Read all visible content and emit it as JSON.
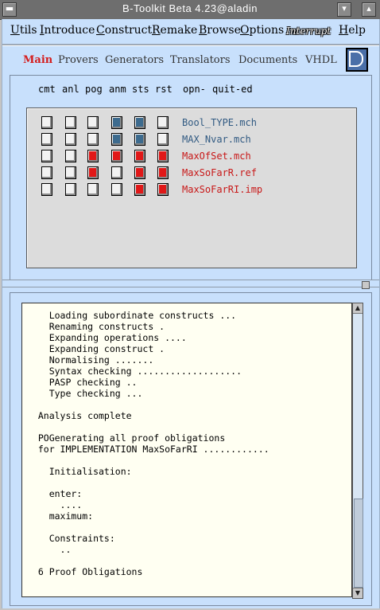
{
  "window": {
    "title": "B-Toolkit Beta 4.23@aladin",
    "buttons": [
      "window-menu-button",
      "minimize-button",
      "maximize-button"
    ]
  },
  "menubar": {
    "items": [
      "Utils",
      "Introduce",
      "Construct",
      "Remake",
      "Browse",
      "Options",
      "Interrupt",
      "Help"
    ]
  },
  "tabs": {
    "items": [
      "Main",
      "Provers",
      "Generators",
      "Translators",
      "Documents",
      "VHDL"
    ],
    "active": "Main"
  },
  "columns": [
    "cmt",
    "anl",
    "pog",
    "anm",
    "sts",
    "rst",
    "opn-",
    "quit-ed"
  ],
  "constructs": [
    {
      "name": "Bool_TYPE.mch",
      "status_color": "blue",
      "cells": [
        "plain",
        "plain",
        "plain",
        "blue",
        "blue",
        "plain"
      ]
    },
    {
      "name": "MAX_Nvar.mch",
      "status_color": "blue",
      "cells": [
        "plain",
        "plain",
        "plain",
        "blue",
        "blue",
        "plain"
      ]
    },
    {
      "name": "MaxOfSet.mch",
      "status_color": "red",
      "cells": [
        "plain",
        "plain",
        "red",
        "red",
        "red",
        "red"
      ]
    },
    {
      "name": "MaxSoFarR.ref",
      "status_color": "red",
      "cells": [
        "plain",
        "plain",
        "red",
        "plain",
        "red",
        "red"
      ]
    },
    {
      "name": "MaxSoFarRI.imp",
      "status_color": "red",
      "cells": [
        "plain",
        "plain",
        "plain",
        "plain",
        "red",
        "red"
      ]
    }
  ],
  "log": {
    "lines": [
      "    Loading subordinate constructs ...",
      "    Renaming constructs .",
      "    Expanding operations ....",
      "    Expanding construct .",
      "    Normalising .......",
      "    Syntax checking ...................",
      "    PASP checking ..",
      "    Type checking ...",
      "",
      "  Analysis complete",
      "",
      "  POGenerating all proof obligations",
      "  for IMPLEMENTATION MaxSoFarRI ............",
      "",
      "    Initialisation:",
      "",
      "    enter:",
      "      ....",
      "    maximum:",
      "",
      "    Constraints:",
      "      ..",
      "",
      "  6 Proof Obligations"
    ]
  },
  "colors": {
    "panel_bg": "#c8e0fc",
    "active_tab": "#d41c1c",
    "ok_blue": "#3d6b8e",
    "pending_red": "#e01818",
    "log_bg": "#fffff2"
  }
}
